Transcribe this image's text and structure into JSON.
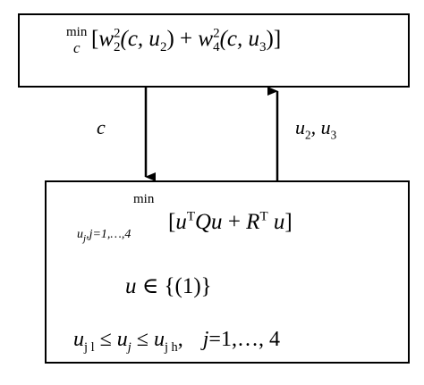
{
  "top_problem": {
    "min_word": "min",
    "variable": "c",
    "objective_open": "[",
    "term1_w": "w",
    "term1_exp": "2",
    "term1_sub": "2",
    "term1_args": "(c, u",
    "term1_args_sub": "2",
    "term1_args_close": ")",
    "plus": " + ",
    "term2_w": "w",
    "term2_exp": "2",
    "term2_sub": "4",
    "term2_args": "(c, u",
    "term2_args_sub": "3",
    "term2_args_close": ")",
    "objective_close": "]"
  },
  "arrows": {
    "down_label": "c",
    "up_label": "u",
    "up_label_sub1": "2",
    "up_label_sep": ", u",
    "up_label_sub2": "3"
  },
  "bottom_problem": {
    "min_word": "min",
    "min_subscript": "u",
    "min_subscript_index": "j",
    "min_subscript_range": ",j=1,…,4",
    "objective_open": "[",
    "u1": "u",
    "u1_sup": "T",
    "q_term": "Qu",
    "plus": " + ",
    "r": "R",
    "r_sup": "T",
    "u2": " u",
    "objective_close": "]",
    "constraint1_lhs": "u",
    "constraint1_rel": " ∈ {(1)}",
    "constraint2_lower": "u",
    "constraint2_lower_sub": "j l",
    "constraint2_leq1": " ≤ ",
    "constraint2_mid": "u",
    "constraint2_mid_sub": "j",
    "constraint2_leq2": " ≤ ",
    "constraint2_upper": "u",
    "constraint2_upper_sub": "j h",
    "constraint2_comma": ",",
    "constraint2_index": "j",
    "constraint2_range": "=1,…, 4"
  },
  "colors": {
    "line": "#000000",
    "background": "#ffffff"
  }
}
